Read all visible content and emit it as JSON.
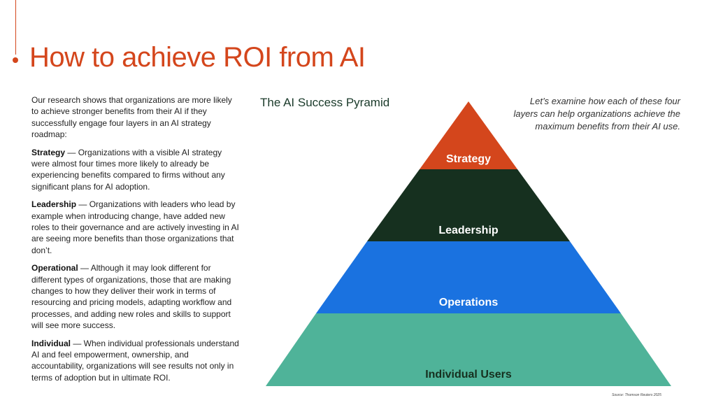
{
  "title": "How to achieve ROI from AI",
  "intro": "Our research shows that organizations are more likely to achieve stronger benefits from their AI if they successfully engage four layers in an AI strategy roadmap:",
  "layers_text": [
    {
      "heading": "Strategy",
      "body": " — Organizations with a visible AI strategy were almost four times more likely to already be experiencing benefits compared to firms without any significant plans for AI adoption."
    },
    {
      "heading": "Leadership",
      "body": " — Organizations with leaders who lead by example when introducing change, have added new roles to their governance and are actively investing in AI are seeing more benefits than those organizations that don’t."
    },
    {
      "heading": "Operational",
      "body": " — Although it may look different for different types of organizations, those that are making changes to how they deliver their work in terms of resourcing and pricing models, adapting workflow and processes, and adding new roles and skills to support will see more success."
    },
    {
      "heading": "Individual",
      "body": " — When individual professionals understand AI and feel empowerment, ownership, and accountability, organizations will see results not only in terms of adoption but in ultimate ROI."
    }
  ],
  "pyramid": {
    "title": "The AI Success Pyramid",
    "levels": [
      {
        "label": "Strategy",
        "fill": "#d4461c",
        "text_color": "#ffffff"
      },
      {
        "label": "Leadership",
        "fill": "#16301f",
        "text_color": "#ffffff"
      },
      {
        "label": "Operations",
        "fill": "#1a72e0",
        "text_color": "#ffffff"
      },
      {
        "label": "Individual Users",
        "fill": "#4fb399",
        "text_color": "#16301f"
      }
    ]
  },
  "side_note": "Let’s examine how each of these four layers can help organizations achieve the maximum benefits from their AI use.",
  "source": "Source: Thomson Reuters 2025",
  "colors": {
    "accent": "#d4461c"
  }
}
